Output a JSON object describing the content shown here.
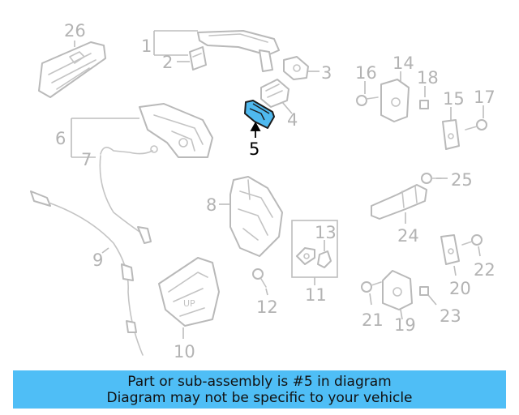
{
  "callouts": {
    "c1": "1",
    "c2": "2",
    "c3": "3",
    "c4": "4",
    "c5": "5",
    "c6": "6",
    "c7": "7",
    "c8": "8",
    "c9": "9",
    "c10": "10",
    "c11": "11",
    "c12": "12",
    "c13": "13",
    "c14": "14",
    "c15": "15",
    "c16": "16",
    "c17": "17",
    "c18": "18",
    "c19": "19",
    "c20": "20",
    "c21": "21",
    "c22": "22",
    "c23": "23",
    "c24": "24",
    "c25": "25",
    "c26": "26"
  },
  "highlighted_part": "5",
  "emboss_text": "UP",
  "colors": {
    "highlight": "#4fb9ef",
    "banner": "#4fbef6",
    "lineart": "#b9b9b9"
  },
  "banner": {
    "line1": "Part or sub-assembly is #5 in diagram",
    "line2": "Diagram may not be specific to your vehicle"
  }
}
